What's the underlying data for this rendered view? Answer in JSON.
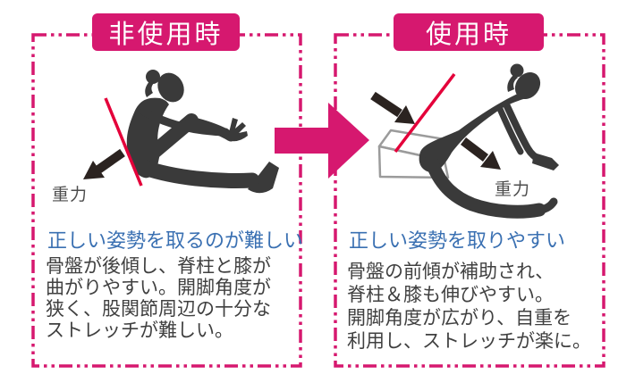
{
  "left_panel": {
    "header": "非使用時",
    "gravity_label": "重力",
    "headline": "正しい姿勢を取るのが難しい",
    "body": "骨盤が後傾し、脊柱と膝が\n曲がりやすい。開脚角度が\n狭く、股関節周辺の十分な\nストレッチが難しい。"
  },
  "right_panel": {
    "header": "使用時",
    "gravity_label": "重力",
    "headline": "正しい姿勢を取りやすい",
    "body": "骨盤の前傾が補助され、\n脊柱＆膝も伸びやすい。\n開脚角度が広がり、自重を\n利用し、ストレッチが楽に。"
  },
  "icons": {
    "transition_arrow": "right-arrow",
    "gravity_arrow": "diagonal-gravity-arrow",
    "posture_line": "red-posture-guide-line",
    "wedge": "wedge-cushion-outline"
  },
  "colors": {
    "accent_magenta": "#d6186f",
    "posture_line_red": "#e4003a",
    "headline_blue": "#3a70b2",
    "body_text": "#404040",
    "silhouette": "#3a3a3a",
    "arrow_black": "#2b2320",
    "wedge_stroke": "#9b9b9b"
  }
}
